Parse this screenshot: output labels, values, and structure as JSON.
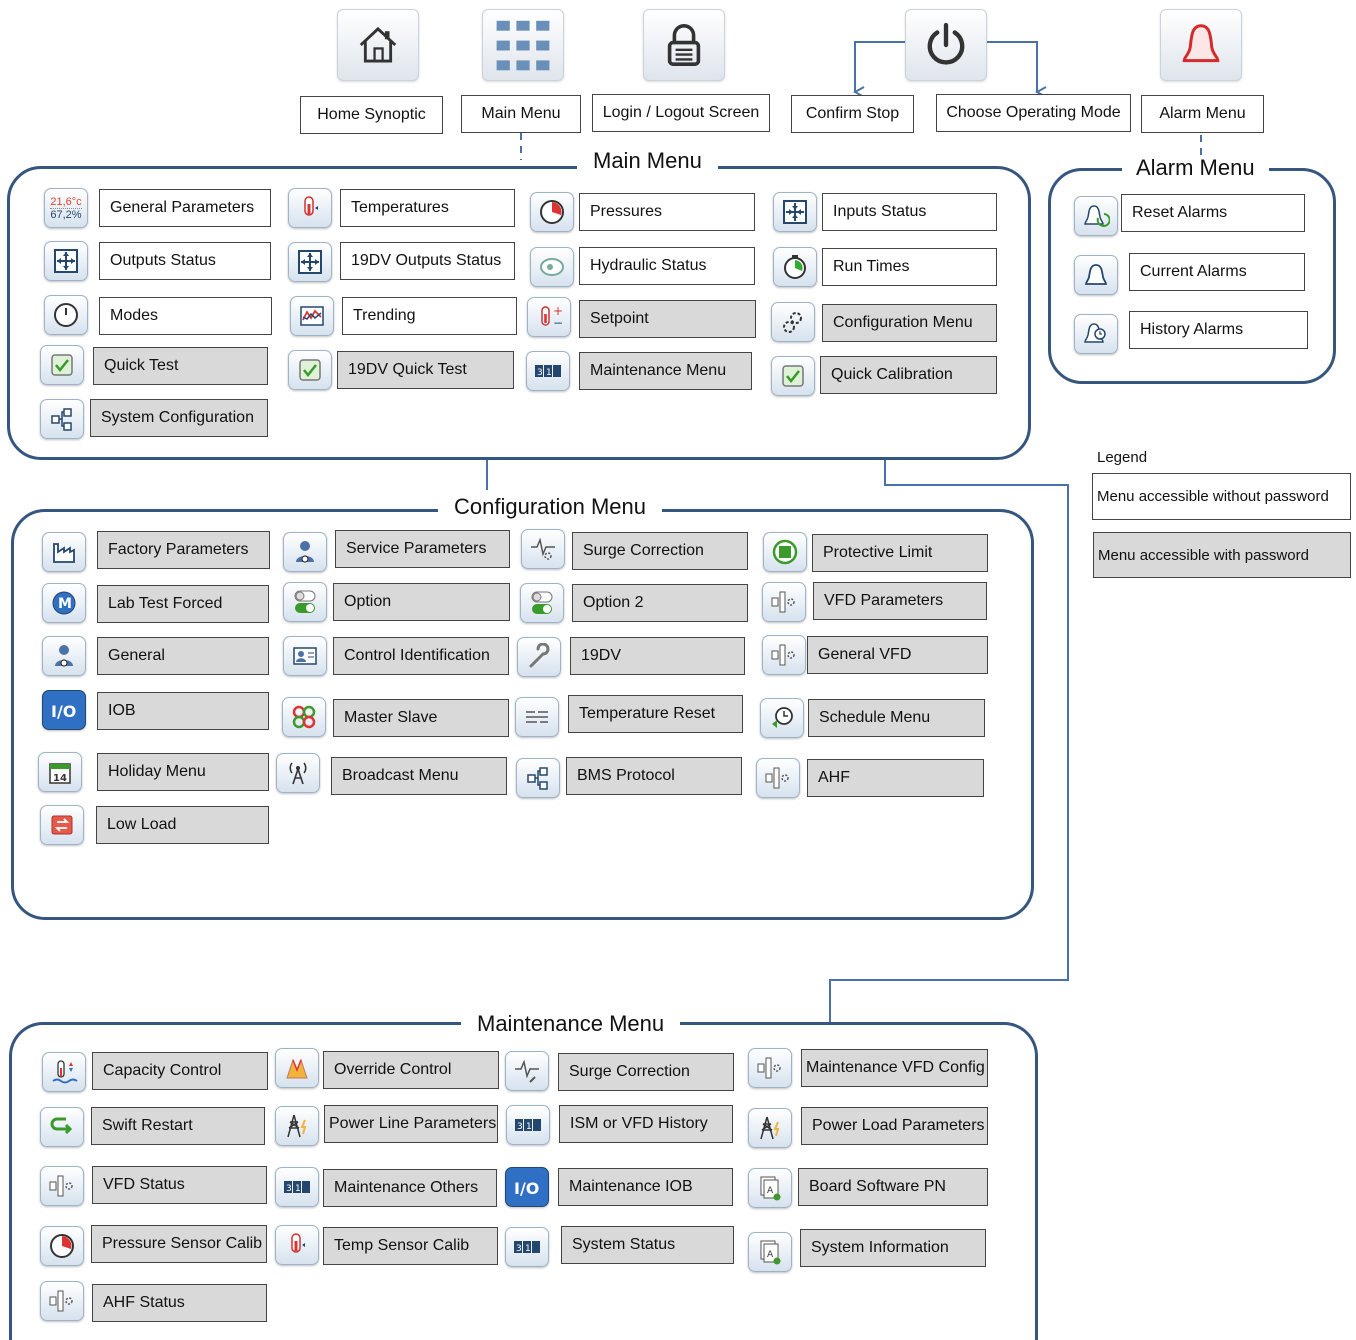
{
  "top": {
    "items": [
      {
        "icon": "home-icon",
        "label": "Home Synoptic"
      },
      {
        "icon": "main-menu-grid-icon",
        "label": "Main Menu"
      },
      {
        "icon": "lock-icon",
        "label": "Login / Logout Screen"
      },
      {
        "icon": "power-icon",
        "label": "Confirm Stop"
      },
      {
        "label": "Choose Operating Mode"
      },
      {
        "icon": "bell-icon",
        "label": "Alarm Menu"
      }
    ]
  },
  "main_menu": {
    "title": "Main Menu",
    "temp_readout": "21,6°c",
    "percent_readout": "67,2%",
    "items": [
      {
        "label": "General Parameters",
        "icon": "readout-icon",
        "access": "without"
      },
      {
        "label": "Temperatures",
        "icon": "thermometer-icon",
        "access": "without"
      },
      {
        "label": "Pressures",
        "icon": "gauge-icon",
        "access": "without"
      },
      {
        "label": "Inputs Status",
        "icon": "inputs-icon",
        "access": "without"
      },
      {
        "label": "Outputs Status",
        "icon": "outputs-icon",
        "access": "without"
      },
      {
        "label": "19DV Outputs Status",
        "icon": "outputs-icon",
        "access": "without"
      },
      {
        "label": "Hydraulic Status",
        "icon": "pump-icon",
        "access": "without"
      },
      {
        "label": "Run Times",
        "icon": "stopwatch-icon",
        "access": "without"
      },
      {
        "label": "Modes",
        "icon": "dial-icon",
        "access": "without"
      },
      {
        "label": "Trending",
        "icon": "trend-icon",
        "access": "without"
      },
      {
        "label": "Setpoint",
        "icon": "setpoint-icon",
        "access": "with"
      },
      {
        "label": "Configuration Menu",
        "icon": "gears-icon",
        "access": "with"
      },
      {
        "label": "Quick Test",
        "icon": "check-icon",
        "access": "with"
      },
      {
        "label": "19DV Quick Test",
        "icon": "check-icon",
        "access": "with"
      },
      {
        "label": "Maintenance Menu",
        "icon": "counter-icon",
        "access": "with"
      },
      {
        "label": "Quick Calibration",
        "icon": "check-icon",
        "access": "with"
      },
      {
        "label": "System Configuration",
        "icon": "network-icon",
        "access": "with"
      }
    ]
  },
  "alarm_menu": {
    "title": "Alarm Menu",
    "items": [
      {
        "label": "Reset Alarms",
        "icon": "reset-bell-icon"
      },
      {
        "label": "Current Alarms",
        "icon": "bell-icon"
      },
      {
        "label": "History Alarms",
        "icon": "clock-bell-icon"
      }
    ]
  },
  "legend": {
    "title": "Legend",
    "without_password": "Menu accessible without password",
    "with_password": "Menu accessible with password"
  },
  "config_menu": {
    "title": "Configuration Menu",
    "items": [
      {
        "label": "Factory Parameters",
        "icon": "factory-icon"
      },
      {
        "label": "Service Parameters",
        "icon": "service-person-icon"
      },
      {
        "label": "Surge Correction",
        "icon": "surge-icon"
      },
      {
        "label": "Protective Limit",
        "icon": "protective-limit-icon"
      },
      {
        "label": "Lab Test Forced",
        "icon": "m-circle-icon"
      },
      {
        "label": "Option",
        "icon": "toggle-icon"
      },
      {
        "label": "Option 2",
        "icon": "toggle-icon"
      },
      {
        "label": "VFD Parameters",
        "icon": "vfd-icon"
      },
      {
        "label": "General",
        "icon": "user-gear-icon"
      },
      {
        "label": "Control Identification",
        "icon": "id-card-icon"
      },
      {
        "label": "19DV",
        "icon": "wrench-icon"
      },
      {
        "label": "General VFD",
        "icon": "vfd-icon"
      },
      {
        "label": "IOB",
        "icon": "io-icon"
      },
      {
        "label": "Master Slave",
        "icon": "master-slave-icon"
      },
      {
        "label": "Temperature Reset",
        "icon": "temp-reset-icon"
      },
      {
        "label": "Schedule Menu",
        "icon": "schedule-icon"
      },
      {
        "label": "Holiday Menu",
        "icon": "calendar-icon",
        "calendar_day": "14"
      },
      {
        "label": "Broadcast Menu",
        "icon": "broadcast-icon"
      },
      {
        "label": "BMS Protocol",
        "icon": "network-icon"
      },
      {
        "label": "AHF",
        "icon": "vfd-icon"
      },
      {
        "label": "Low Load",
        "icon": "low-load-icon"
      }
    ]
  },
  "maint_menu": {
    "title": "Maintenance Menu",
    "items": [
      {
        "label": "Capacity Control",
        "icon": "capacity-icon"
      },
      {
        "label": "Override Control",
        "icon": "override-icon"
      },
      {
        "label": "Surge Correction",
        "icon": "surge-icon"
      },
      {
        "label": "Maintenance VFD Config",
        "icon": "vfd-icon"
      },
      {
        "label": "Swift Restart",
        "icon": "swift-restart-icon"
      },
      {
        "label": "Power Line Parameters",
        "icon": "power-tower-icon"
      },
      {
        "label": "ISM or VFD History",
        "icon": "counter-icon"
      },
      {
        "label": "Power Load Parameters",
        "icon": "power-tower-icon"
      },
      {
        "label": "VFD Status",
        "icon": "vfd-icon"
      },
      {
        "label": "Maintenance Others",
        "icon": "counter-icon"
      },
      {
        "label": "Maintenance IOB",
        "icon": "io-icon"
      },
      {
        "label": "Board Software PN",
        "icon": "documents-icon"
      },
      {
        "label": "Pressure Sensor Calib",
        "icon": "gauge-icon"
      },
      {
        "label": "Temp Sensor Calib",
        "icon": "thermometer-icon"
      },
      {
        "label": "System Status",
        "icon": "counter-icon"
      },
      {
        "label": "System Information",
        "icon": "documents-icon"
      },
      {
        "label": "AHF Status",
        "icon": "vfd-icon"
      }
    ]
  }
}
